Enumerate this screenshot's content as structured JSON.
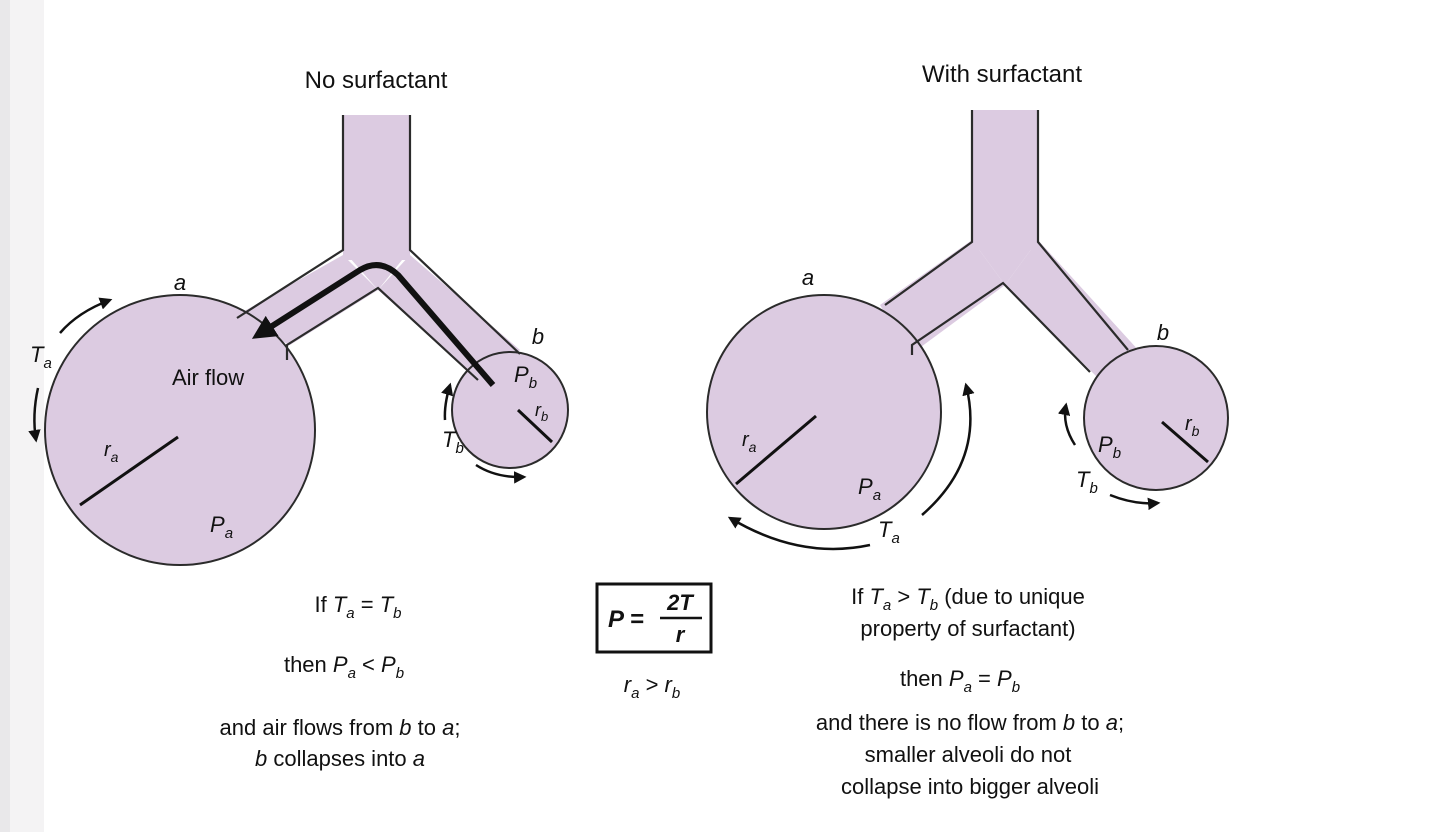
{
  "colors": {
    "fill": "#dccbe1",
    "stroke": "#2b2b2b",
    "ink": "#111111"
  },
  "left": {
    "title": "No surfactant",
    "label_a": "a",
    "label_b": "b",
    "air_flow": "Air flow",
    "T": "T",
    "P": "P",
    "r": "r",
    "sub_a": "a",
    "sub_b": "b",
    "cond1_prefix": "If ",
    "cond1_op": " = ",
    "cond2_prefix": "then ",
    "cond2_op": " < ",
    "cond3a": "and air flows from ",
    "cond3b": " to ",
    "cond3c": ";",
    "cond4b": " collapses into "
  },
  "right": {
    "title": "With surfactant",
    "label_a": "a",
    "label_b": "b",
    "cond1_prefix": "If ",
    "cond1_op": " > ",
    "cond1_suffix": " (due to unique",
    "cond1_line2": "property of surfactant)",
    "cond2_prefix": "then ",
    "cond2_op": " = ",
    "cond3a": "and there is no flow from ",
    "cond3b": " to ",
    "cond3c": ";",
    "cond4": "smaller alveoli do not",
    "cond5": "collapse into bigger alveoli"
  },
  "center": {
    "eq_lhs": "P =",
    "eq_num": "2T",
    "eq_den": "r",
    "rel_op": " > "
  }
}
